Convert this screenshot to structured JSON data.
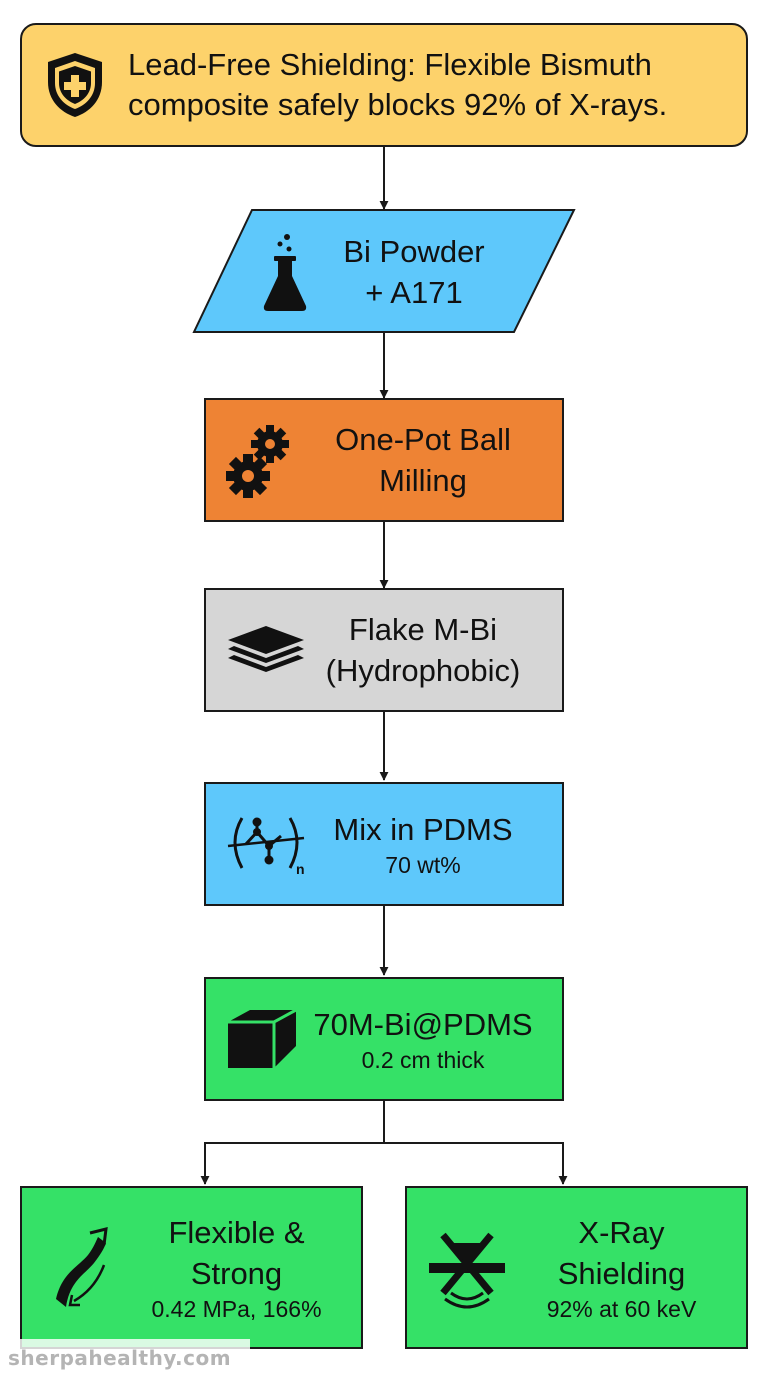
{
  "title": {
    "line1": "Lead-Free Shielding: Flexible Bismuth",
    "line2": "composite safely blocks 92% of X-rays.",
    "icon": "shield-plus-icon"
  },
  "steps": [
    {
      "line1": "Bi Powder",
      "line2": "+ A171",
      "icon": "flask-icon"
    },
    {
      "line1": "One-Pot Ball",
      "line2": "Milling",
      "icon": "gears-icon"
    },
    {
      "line1": "Flake M-Bi",
      "line2": "(Hydrophobic)",
      "icon": "layers-icon"
    },
    {
      "line1": "Mix in PDMS",
      "line2": "70 wt%",
      "icon": "polymer-chain-icon",
      "subscript": "n"
    },
    {
      "line1": "70M-Bi@PDMS",
      "line2": "0.2 cm thick",
      "icon": "cube-icon"
    }
  ],
  "outcomes": [
    {
      "line1": "Flexible &",
      "line2": "Strong",
      "line3": "0.42 MPa, 166%",
      "icon": "flex-strip-icon"
    },
    {
      "line1": "X-Ray",
      "line2": "Shielding",
      "line3": "92% at 60 keV",
      "icon": "xray-shield-icon"
    }
  ],
  "watermark": "sherpahealthy.com",
  "colors": {
    "title": "#fdd26b",
    "blue": "#5ec8fb",
    "orange": "#ee8334",
    "gray": "#d6d6d6",
    "green": "#35e167"
  }
}
